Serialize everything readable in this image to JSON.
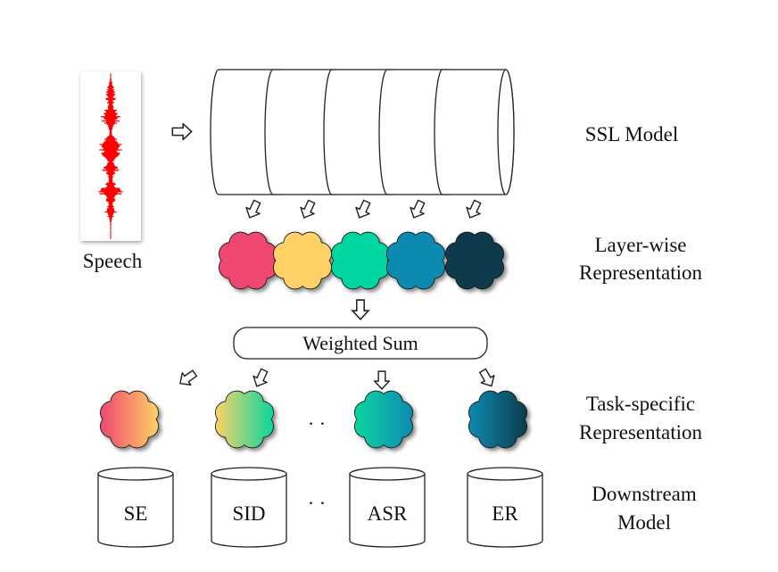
{
  "speech_label": "Speech",
  "ssl_model_label": "SSL Model",
  "layerwise_label": [
    "Layer-wise",
    "Representation"
  ],
  "weighted_sum_label": "Weighted Sum",
  "task_specific_label": [
    "Task-specific",
    "Representation"
  ],
  "downstream_label": [
    "Downstream",
    "Model"
  ],
  "tasks": [
    {
      "name": "SE"
    },
    {
      "name": "SID"
    },
    {
      "name": "ASR"
    },
    {
      "name": "ER"
    }
  ],
  "ellipsis": "· ·",
  "colors": {
    "waveform": "#ff0000",
    "layer_blobs": [
      "#ef476f",
      "#ffd166",
      "#06d6a0",
      "#118ab2",
      "#073b4c"
    ],
    "task_gradients": [
      [
        "#ef476f",
        "#ffd166"
      ],
      [
        "#ffd166",
        "#06d6a0"
      ],
      [
        "#06d6a0",
        "#118ab2"
      ],
      [
        "#118ab2",
        "#073b4c"
      ]
    ]
  },
  "icons": [
    "speech-waveform-icon",
    "hollow-arrow-icon",
    "cloud-blob-icon",
    "cylinder-icon"
  ]
}
